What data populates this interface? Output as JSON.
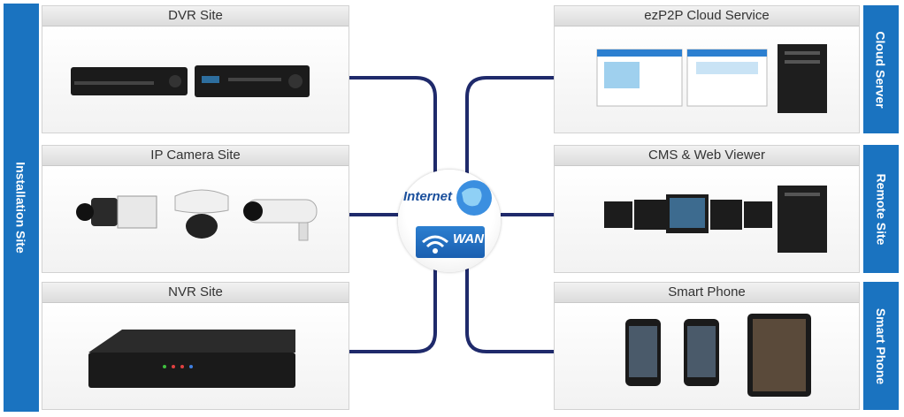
{
  "left_label": "Installation Site",
  "panels_left": [
    {
      "title": "DVR Site"
    },
    {
      "title": "IP Camera Site"
    },
    {
      "title": "NVR Site"
    }
  ],
  "panels_right": [
    {
      "title": "ezP2P Cloud Service",
      "side_label": "Cloud Server"
    },
    {
      "title": "CMS & Web Viewer",
      "side_label": "Remote Site"
    },
    {
      "title": "Smart Phone",
      "side_label": "Smart Phone"
    }
  ],
  "hub": {
    "internet": "Internet",
    "wan": "WAN"
  },
  "colors": {
    "accent": "#1a73c0",
    "line": "#1f2a6b"
  }
}
